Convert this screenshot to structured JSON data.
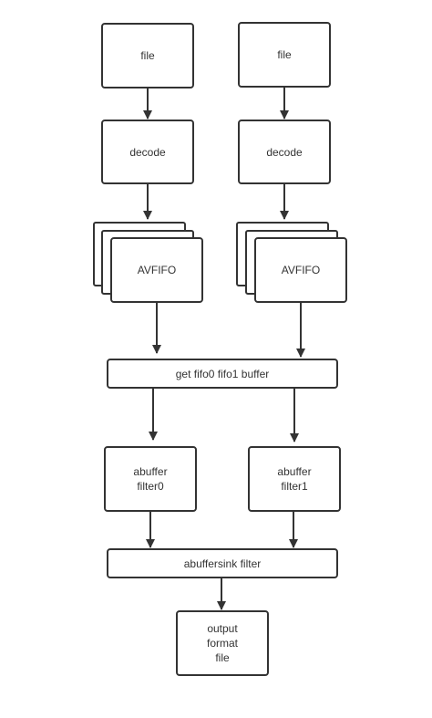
{
  "nodes": {
    "file_left": "file",
    "file_right": "file",
    "decode_left": "decode",
    "decode_right": "decode",
    "fifo_left": "AVFIFO",
    "fifo_right": "AVFIFO",
    "get_buffer": "get fifo0 fifo1 buffer",
    "abuffer0": [
      "abuffer",
      "filter0"
    ],
    "abuffer1": [
      "abuffer",
      "filter1"
    ],
    "sink": "abuffersink filter",
    "output": [
      "output",
      "format",
      "file"
    ]
  },
  "colors": {
    "stroke": "#333333",
    "text": "#333333",
    "background": "#ffffff"
  }
}
